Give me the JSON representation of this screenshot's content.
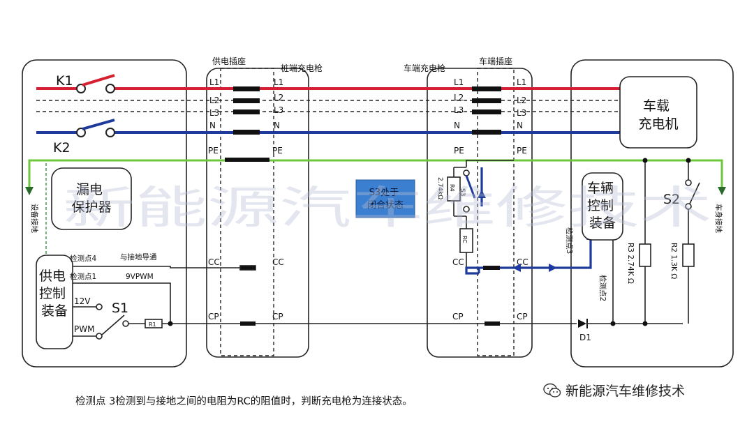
{
  "watermark": "新能源汽车维修技术",
  "headers": {
    "supply_socket": "供电插座",
    "pile_gun": "桩端充电枪",
    "vehicle_gun": "车端充电枪",
    "vehicle_socket": "车端插座"
  },
  "switches": {
    "k1": "K1",
    "k2": "K2",
    "s1": "S1",
    "s2": "S2",
    "s3": "S3"
  },
  "line_labels": {
    "l1": "L1",
    "l2": "L2",
    "l3": "L3",
    "n": "N",
    "pe": "PE",
    "cc": "CC",
    "cp": "CP"
  },
  "boxes": {
    "leakage_protector": "漏电\n保护器",
    "supply_control": "供电\n控制\n装备",
    "onboard_charger": "车载\n充电机",
    "vehicle_control": "车辆\n控制\n装备",
    "s3_note": "S3处于\n闭合状态"
  },
  "detection": {
    "point4": "检测点4",
    "ground_conductor": "与接地导通",
    "point1": "检测点1",
    "pwm_9v": "9VPWM",
    "point3": "检测点3",
    "point2": "检测点2"
  },
  "sources": {
    "v12": "12V",
    "pwm": "PWM"
  },
  "components": {
    "r1": "R1",
    "r4": "R4",
    "r4_value": "2.74kΩ",
    "rc": "RC",
    "r3": "R3  2.74K Ω",
    "r2": "R2  1.3K Ω",
    "d1": "D1"
  },
  "grounds": {
    "equipment": "设备接地",
    "body": "车身接地"
  },
  "caption": "检测点 3检测到与接地之间的电阻为RC的阻值时，判断充电枪为连接状态。",
  "brand": "新能源汽车维修技术",
  "colors": {
    "red_line": "#d42030",
    "blue_line": "#1e3a9a",
    "green_pe": "#6cc83a",
    "s3_box": "#3b7fd0"
  }
}
